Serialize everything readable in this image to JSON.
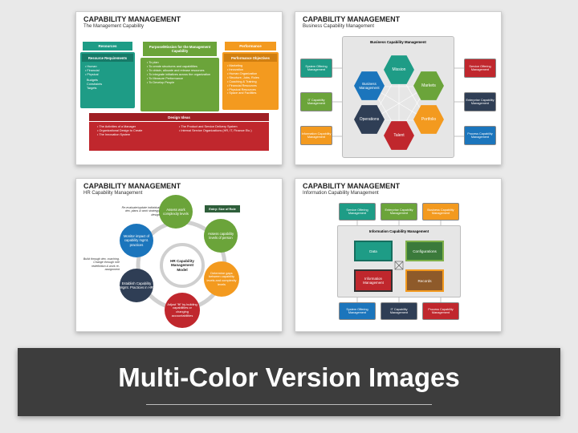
{
  "slides": [
    {
      "title": "CAPABILITY MANAGEMENT",
      "subtitle": "The Management Capability",
      "resources": {
        "header": "Resources",
        "sub": "Resource Requirements",
        "items": [
          "Human",
          "Financial",
          "Physical"
        ],
        "extra": [
          "Budgets",
          "Constraints",
          "Targets"
        ]
      },
      "purpose": {
        "header": "Purpose/Mission for the Management Capability",
        "items": [
          "To plan",
          "To create structures and capabilities",
          "To obtain, allocate and release resources",
          "To integrate initiatives across the organization",
          "To Measure Performance",
          "To Develop People"
        ]
      },
      "performance": {
        "header": "Performance",
        "sub": "Performance Objectives",
        "items": [
          "Marketing",
          "Innovation",
          "Human Organization",
          "Structure, Jobs, Roles",
          "Coaching & Training",
          "Financial Resources",
          "Physical Resources",
          "Space and Facilities"
        ]
      },
      "design": {
        "header": "Design Ideas",
        "left": [
          "The Activities of a Manager",
          "Organizational Design to Create",
          "The Innovation System"
        ],
        "right": [
          "The Product and Service Delivery System",
          "Internal Service Organizations (HR, IT, Finance Etc.)"
        ]
      }
    },
    {
      "title": "CAPABILITY MANAGEMENT",
      "subtitle": "Business Capability Management",
      "panel_title": "Business Capability Management",
      "hexes": [
        "Mission",
        "Business Management",
        "Markets",
        "Operations",
        "Portfolio",
        "Talent"
      ],
      "left_boxes": [
        "System Offering Management",
        "IT Capability Management",
        "Information Capability Management"
      ],
      "right_boxes": [
        "Service Offering Management",
        "Enterprise Capability Management",
        "Process Capability Management"
      ]
    },
    {
      "title": "CAPABILITY MANAGEMENT",
      "subtitle": "HR Capability Management",
      "center": "HR Capability Management Model",
      "entry": "Entry: Size of Role",
      "steps": [
        "Assess work complexity levels",
        "Assess capability levels of person",
        "Determine gaps between capability levels and complexity levels",
        "Adjust \"fit\" by building capabilities or changing accountabilities",
        "Establish Capability Mgmt. Practices in HR",
        "Monitor impact of capability mgmt. practices"
      ],
      "notes": [
        "Re-evaluate/update individual dev. plans & work strategy/ design",
        "Build through dev. coaching. Change through role redefinition & work re-assignment"
      ]
    },
    {
      "title": "CAPABILITY MANAGEMENT",
      "subtitle": "Information Capability Management",
      "panel_title": "Information Capability Management",
      "top_boxes": [
        "Service Offering Management",
        "Enterprise Capability Management",
        "Business Capability Management"
      ],
      "quad": [
        "Data",
        "Configurations",
        "Information Management",
        "Records"
      ],
      "bottom_boxes": [
        "System Offering Management",
        "IT Capability Management",
        "Process Capability Management"
      ]
    }
  ],
  "banner": "Multi-Color Version Images",
  "colors": {
    "teal": "#1e9c86",
    "green": "#6ba43a",
    "orange": "#f39a1f",
    "red": "#c0272d",
    "blue": "#1b75bc",
    "navy": "#2f3e55",
    "darkgreen": "#3b7a3b",
    "brown": "#8e5a2a"
  }
}
